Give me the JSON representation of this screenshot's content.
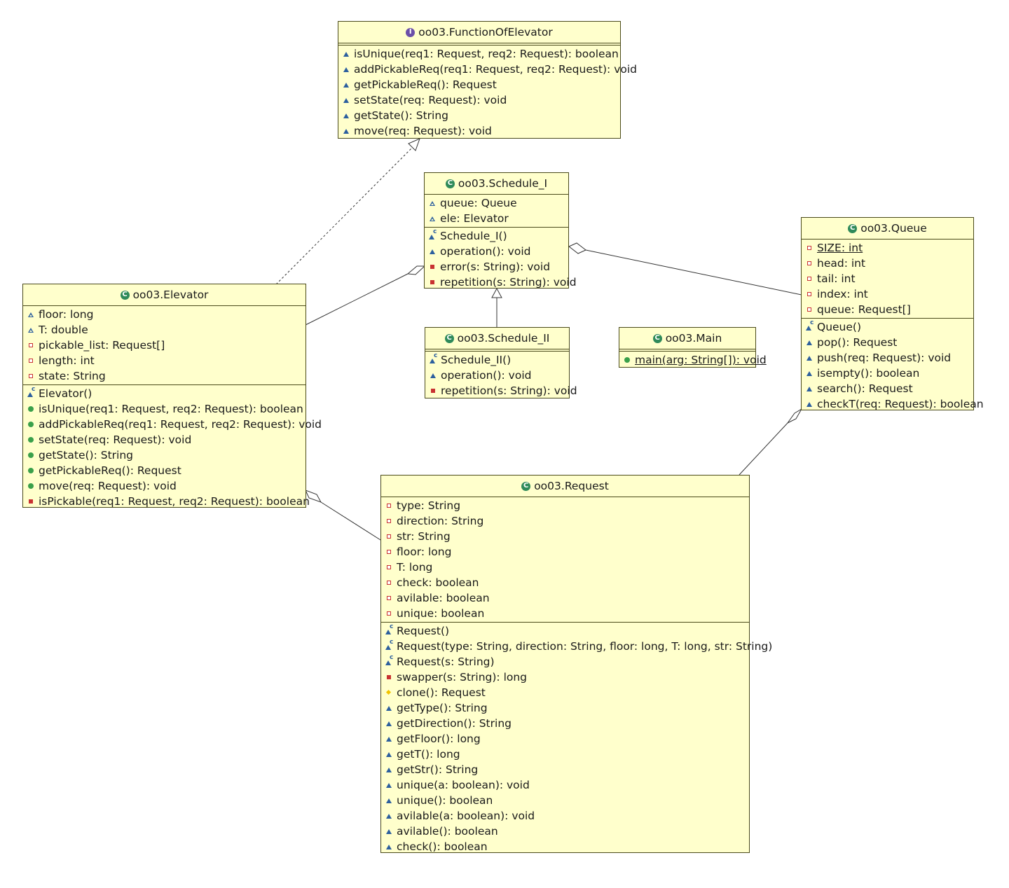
{
  "classes": {
    "function": {
      "name": "oo03.FunctionOfElevator",
      "kind_glyph": "I",
      "kind_icon": "interface-icon",
      "fields": [],
      "methods": [
        {
          "vis": "pkg",
          "text": "isUnique(req1: Request, req2: Request): boolean"
        },
        {
          "vis": "pkg",
          "text": "addPickableReq(req1: Request, req2: Request): void"
        },
        {
          "vis": "pkg",
          "text": "getPickableReq(): Request"
        },
        {
          "vis": "pkg",
          "text": "setState(req: Request): void"
        },
        {
          "vis": "pkg",
          "text": "getState(): String"
        },
        {
          "vis": "pkg",
          "text": "move(req: Request): void"
        }
      ]
    },
    "schedule1": {
      "name": "oo03.Schedule_I",
      "kind_glyph": "C",
      "kind_icon": "class-icon",
      "fields": [
        {
          "vis": "pkg-open",
          "text": "queue: Queue"
        },
        {
          "vis": "pkg-open",
          "text": "ele: Elevator"
        }
      ],
      "methods": [
        {
          "vis": "ctor",
          "text": "Schedule_I()"
        },
        {
          "vis": "pkg",
          "text": "operation(): void"
        },
        {
          "vis": "priv",
          "text": "error(s: String): void"
        },
        {
          "vis": "priv",
          "text": "repetition(s: String): void"
        }
      ]
    },
    "queue": {
      "name": "oo03.Queue",
      "kind_glyph": "C",
      "kind_icon": "class-icon",
      "fields": [
        {
          "vis": "priv-field",
          "text": "SIZE: int",
          "static": true
        },
        {
          "vis": "priv-field",
          "text": "head: int"
        },
        {
          "vis": "priv-field",
          "text": "tail: int"
        },
        {
          "vis": "priv-field",
          "text": "index: int"
        },
        {
          "vis": "priv-field",
          "text": "queue: Request[]"
        }
      ],
      "methods": [
        {
          "vis": "ctor",
          "text": "Queue()"
        },
        {
          "vis": "pkg",
          "text": "pop(): Request"
        },
        {
          "vis": "pkg",
          "text": "push(req: Request): void"
        },
        {
          "vis": "pkg",
          "text": "isempty(): boolean"
        },
        {
          "vis": "pkg",
          "text": "search(): Request"
        },
        {
          "vis": "pkg",
          "text": "checkT(req: Request): boolean"
        }
      ]
    },
    "elevator": {
      "name": "oo03.Elevator",
      "kind_glyph": "C",
      "kind_icon": "class-icon",
      "fields": [
        {
          "vis": "pkg-open",
          "text": "floor: long"
        },
        {
          "vis": "pkg-open",
          "text": "T: double"
        },
        {
          "vis": "priv-field",
          "text": "pickable_list: Request[]"
        },
        {
          "vis": "priv-field",
          "text": "length: int"
        },
        {
          "vis": "priv-field",
          "text": "state: String"
        }
      ],
      "methods": [
        {
          "vis": "ctor",
          "text": "Elevator()"
        },
        {
          "vis": "pub",
          "text": "isUnique(req1: Request, req2: Request): boolean"
        },
        {
          "vis": "pub",
          "text": "addPickableReq(req1: Request, req2: Request): void"
        },
        {
          "vis": "pub",
          "text": "setState(req: Request): void"
        },
        {
          "vis": "pub",
          "text": "getState(): String"
        },
        {
          "vis": "pub",
          "text": "getPickableReq(): Request"
        },
        {
          "vis": "pub",
          "text": "move(req: Request): void"
        },
        {
          "vis": "priv",
          "text": "isPickable(req1: Request, req2: Request): boolean"
        }
      ]
    },
    "schedule2": {
      "name": "oo03.Schedule_II",
      "kind_glyph": "C",
      "kind_icon": "class-icon",
      "fields": [],
      "methods": [
        {
          "vis": "ctor",
          "text": "Schedule_II()"
        },
        {
          "vis": "pkg",
          "text": "operation(): void"
        },
        {
          "vis": "priv",
          "text": "repetition(s: String): void"
        }
      ]
    },
    "main": {
      "name": "oo03.Main",
      "kind_glyph": "C",
      "kind_icon": "class-icon",
      "fields": [],
      "methods": [
        {
          "vis": "pub",
          "text": "main(arg: String[]): void",
          "static": true
        }
      ]
    },
    "request": {
      "name": "oo03.Request",
      "kind_glyph": "C",
      "kind_icon": "class-icon",
      "fields": [
        {
          "vis": "priv-field",
          "text": "type: String"
        },
        {
          "vis": "priv-field",
          "text": "direction: String"
        },
        {
          "vis": "priv-field",
          "text": "str: String"
        },
        {
          "vis": "priv-field",
          "text": "floor: long"
        },
        {
          "vis": "priv-field",
          "text": "T: long"
        },
        {
          "vis": "priv-field",
          "text": "check: boolean"
        },
        {
          "vis": "priv-field",
          "text": "avilable: boolean"
        },
        {
          "vis": "priv-field",
          "text": "unique: boolean"
        }
      ],
      "methods": [
        {
          "vis": "ctor",
          "text": "Request()"
        },
        {
          "vis": "ctor",
          "text": "Request(type: String, direction: String, floor: long, T: long, str: String)"
        },
        {
          "vis": "ctor",
          "text": "Request(s: String)"
        },
        {
          "vis": "priv",
          "text": "swapper(s: String): long"
        },
        {
          "vis": "prot",
          "text": "clone(): Request"
        },
        {
          "vis": "pkg",
          "text": "getType(): String"
        },
        {
          "vis": "pkg",
          "text": "getDirection(): String"
        },
        {
          "vis": "pkg",
          "text": "getFloor(): long"
        },
        {
          "vis": "pkg",
          "text": "getT(): long"
        },
        {
          "vis": "pkg",
          "text": "getStr(): String"
        },
        {
          "vis": "pkg",
          "text": "unique(a: boolean): void"
        },
        {
          "vis": "pkg",
          "text": "unique(): boolean"
        },
        {
          "vis": "pkg",
          "text": "avilable(a: boolean): void"
        },
        {
          "vis": "pkg",
          "text": "avilable(): boolean"
        },
        {
          "vis": "pkg",
          "text": "check(): boolean"
        }
      ]
    }
  },
  "relations": [
    {
      "type": "realization",
      "from": "oo03.Elevator",
      "to": "oo03.FunctionOfElevator"
    },
    {
      "type": "aggregation",
      "from": "oo03.Schedule_I",
      "to": "oo03.Elevator"
    },
    {
      "type": "aggregation",
      "from": "oo03.Schedule_I",
      "to": "oo03.Queue"
    },
    {
      "type": "generalization",
      "from": "oo03.Schedule_II",
      "to": "oo03.Schedule_I"
    },
    {
      "type": "aggregation",
      "from": "oo03.Queue",
      "to": "oo03.Request"
    },
    {
      "type": "aggregation",
      "from": "oo03.Elevator",
      "to": "oo03.Request"
    }
  ]
}
